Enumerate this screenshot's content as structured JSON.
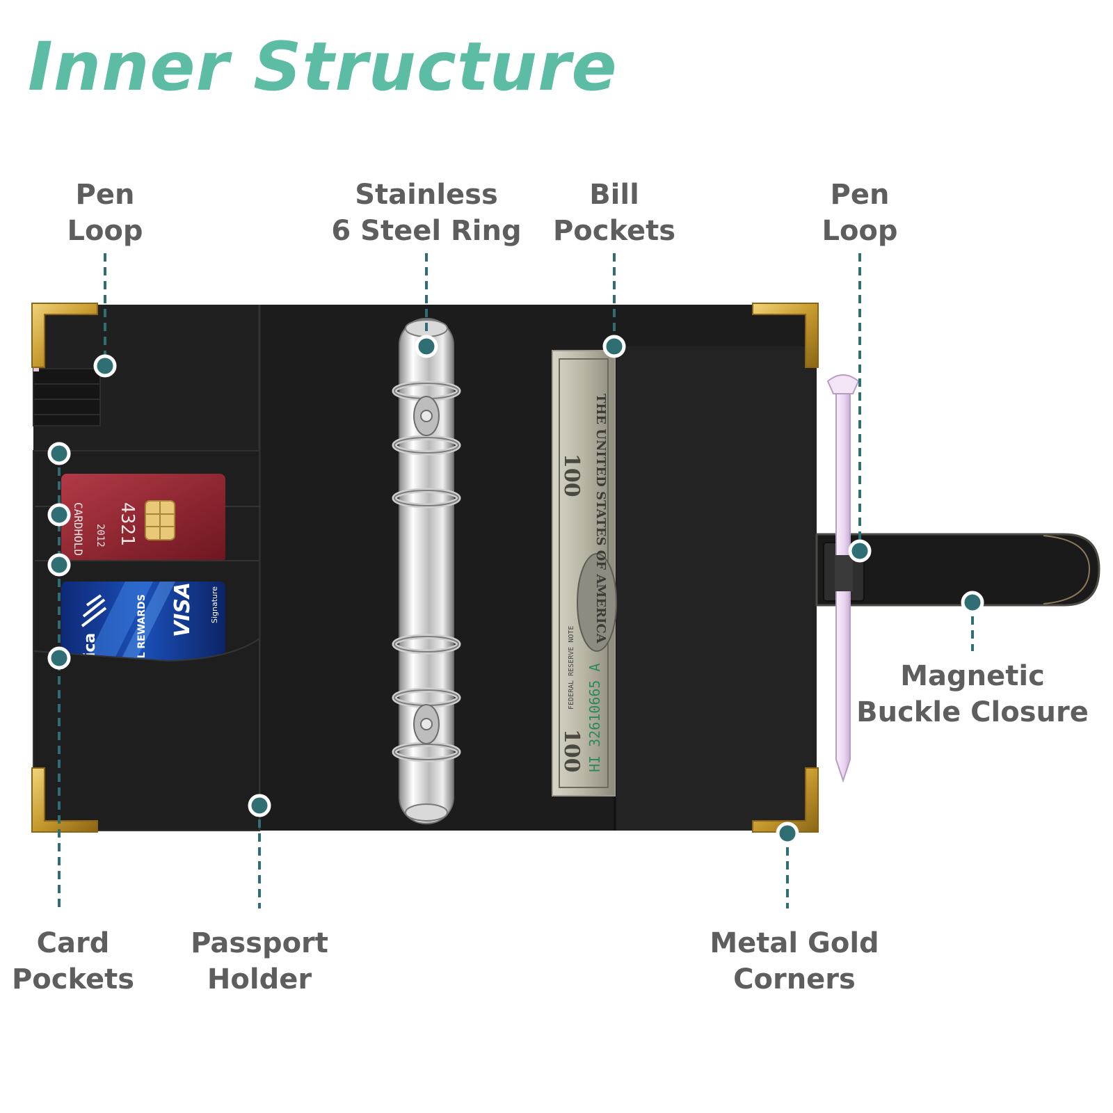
{
  "title": "Inner Structure",
  "callouts": {
    "pen_loop_left": [
      "Pen",
      "Loop"
    ],
    "steel_ring": [
      "Stainless",
      "6 Steel Ring"
    ],
    "bill_pockets": [
      "Bill",
      "Pockets"
    ],
    "pen_loop_right": [
      "Pen",
      "Loop"
    ],
    "magnetic_closure": [
      "Magnetic",
      "Buckle Closure"
    ],
    "card_pockets": [
      "Card",
      "Pockets"
    ],
    "passport_holder": [
      "Passport",
      "Holder"
    ],
    "gold_corners": [
      "Metal Gold",
      "Corners"
    ]
  },
  "card_red": {
    "number": "4321",
    "year": "2012",
    "holder": "CARDHOLD"
  },
  "card_blue": {
    "brand": "VISA",
    "tier": "Signature",
    "program": "EL REWARDS",
    "bank": "rica"
  },
  "banknote": {
    "serial": "HI 32610665 A",
    "denomination": "100",
    "text_top": "THE UNITED STATES OF AMERICA",
    "text_side": "FEDERAL RESERVE NOTE"
  },
  "colors": {
    "title": "#5cbda4",
    "label": "#5e5e5e",
    "leader": "#2f6f73",
    "binder": "#1c1c1c",
    "gold": "#c9a03a",
    "pen": "#efd9f3"
  }
}
